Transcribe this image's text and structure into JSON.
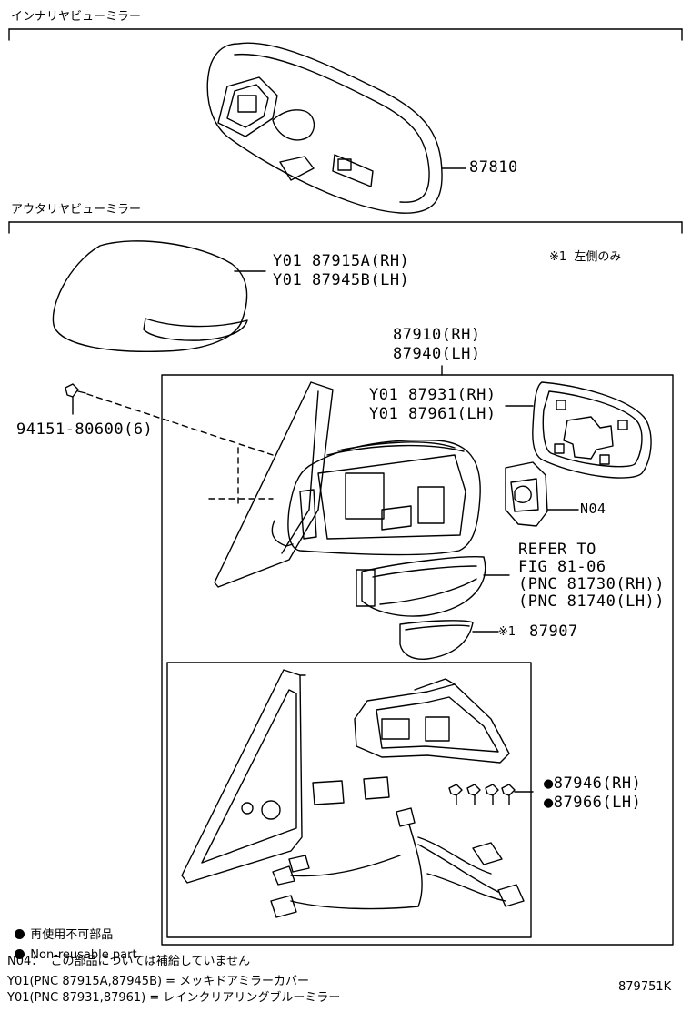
{
  "sections": {
    "inner_mirror": "インナリヤビューミラー",
    "outer_mirror": "アウタリヤビューミラー"
  },
  "footnote_left_only": "※1  左側のみ",
  "parts": {
    "p87810": "87810",
    "cover_rh": "Y01 87915A(RH)",
    "cover_lh": "Y01 87945B(LH)",
    "assy_rh": "87910(RH)",
    "assy_lh": "87940(LH)",
    "mirror_rh": "Y01 87931(RH)",
    "mirror_lh": "Y01 87961(LH)",
    "screw": "94151-80600(6)",
    "n04": "N04",
    "refer1": "REFER TO",
    "refer2": "FIG 81-06",
    "refer3": "(PNC 81730(RH))",
    "refer4": "(PNC 81740(LH))",
    "lamp_mark": "※1",
    "lamp": "87907",
    "motor_rh": "●87946(RH)",
    "motor_lh": "●87966(LH)"
  },
  "legend": {
    "nonreuse_jp": "再使用不可部品",
    "nonreuse_en": "Non-reusable part",
    "n04_note": "N04：  この部品については補給していません",
    "y01_a": "Y01(PNC 87915A,87945B) = メッキドアミラーカバー",
    "y01_b": "Y01(PNC 87931,87961) = レインクリアリングブルーミラー",
    "figure_id": "879751K"
  }
}
